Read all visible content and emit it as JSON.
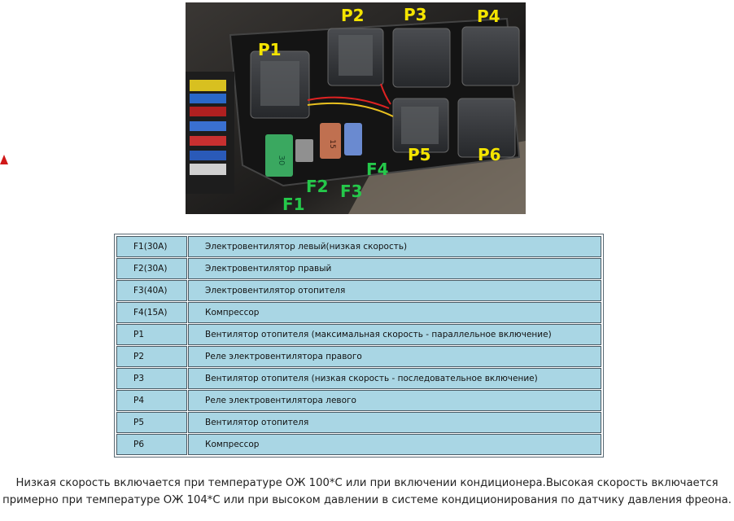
{
  "photo": {
    "labels": {
      "p1": "P1",
      "p2": "P2",
      "p3": "P3",
      "p4": "P4",
      "p5": "P5",
      "p6": "P6",
      "f1": "F1",
      "f2": "F2",
      "f3": "F3",
      "f4": "F4"
    },
    "fuse_text": {
      "f1": "30",
      "f2": "15"
    }
  },
  "table": {
    "rows": [
      {
        "code": "F1(30A)",
        "description": "Электровентилятор левый(низкая скорость)"
      },
      {
        "code": "F2(30A)",
        "description": "Электровентилятор правый"
      },
      {
        "code": "F3(40A)",
        "description": "Электровентилятор отопителя"
      },
      {
        "code": "F4(15A)",
        "description": "Компрессор"
      },
      {
        "code": "P1",
        "description": "Вентилятор отопителя (максимальная скорость - параллельное включение)"
      },
      {
        "code": "P2",
        "description": "Реле электровентилятора правого"
      },
      {
        "code": "P3",
        "description": "Вентилятор отопителя (низкая скорость - последовательное включение)"
      },
      {
        "code": "P4",
        "description": "Реле электровентилятора левого"
      },
      {
        "code": "P5",
        "description": "Вентилятор отопителя"
      },
      {
        "code": "P6",
        "description": "Компрессор"
      }
    ]
  },
  "note": {
    "line1": "Низкая скорость включается при температуре ОЖ 100*С или при включении кондиционера.Высокая скорость включается",
    "line2": "примерно при температуре ОЖ 104*С или при высоком давлении в системе кондиционирования по датчику давления фреона."
  },
  "colors": {
    "label_yellow": "#f4e400",
    "label_green": "#25c84a",
    "table_cell": "#a9d6e4"
  }
}
